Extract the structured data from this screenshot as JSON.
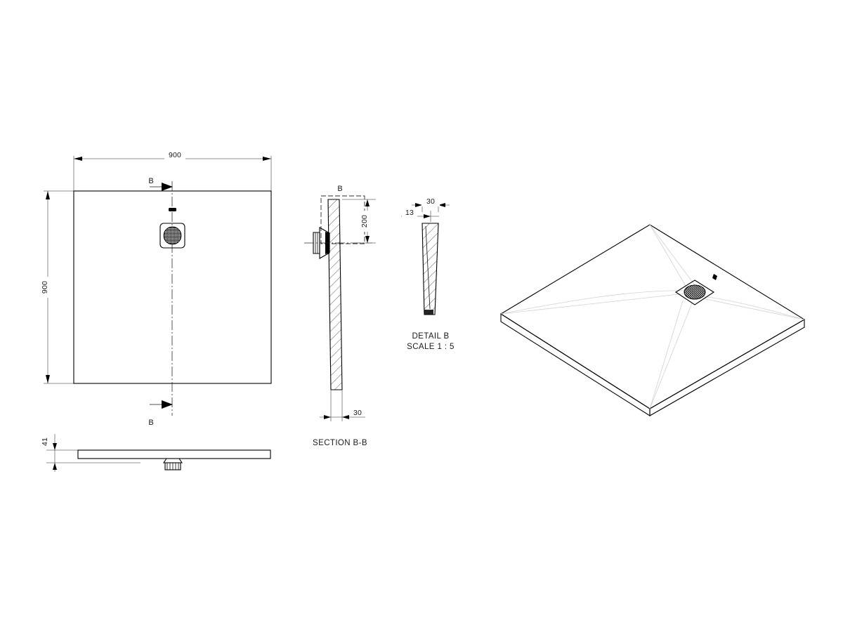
{
  "sheet": {
    "background_color": "#ffffff",
    "line_color": "#000000",
    "dimension_color": "#6e6e6e",
    "fall_line_color": "#d2d2d2"
  },
  "plan_view": {
    "name": "Top plan view of square shower tray",
    "width_dimension": "900",
    "height_dimension": "900",
    "section_cut_label_top": "B",
    "section_cut_label_bottom": "B",
    "waste_name": "square-waste-grate",
    "overflow_marker_name": "overflow-slot"
  },
  "front_elevation": {
    "name": "Front elevation of shower tray",
    "thickness_dimension": "41"
  },
  "section_view": {
    "name": "Section B-B",
    "title": "SECTION B-B",
    "detail_box_label": "B",
    "waste_centre_dimension": "200",
    "base_thickness_dimension": "30"
  },
  "detail_view": {
    "name": "Detail B enlarged edge profile",
    "title": "DETAIL B",
    "scale": "SCALE 1 : 5",
    "outer_dimension": "30",
    "inner_dimension": "13"
  },
  "isometric_view": {
    "name": "Isometric 3D view of shower tray",
    "waste_name": "square-waste-grate",
    "overflow_marker_name": "overflow-slot"
  }
}
